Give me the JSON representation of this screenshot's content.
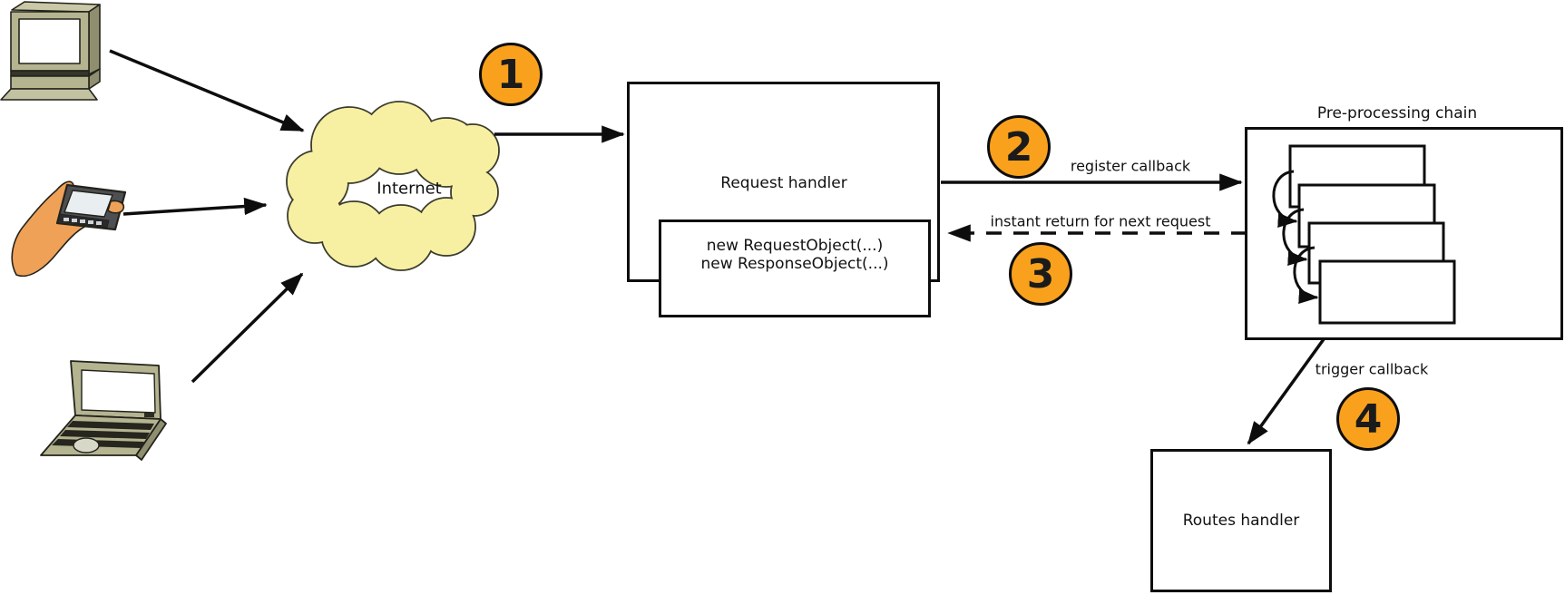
{
  "diagram": {
    "title": "",
    "nodes": {
      "internet": {
        "label": "Internet"
      },
      "request_handler": {
        "label": "Request handler"
      },
      "request_code": {
        "line1": "new RequestObject(...)",
        "line2": "new ResponseObject(...)"
      },
      "preprocessing": {
        "label": "Pre-processing chain"
      },
      "routes_handler": {
        "label": "Routes handler"
      }
    },
    "edges": {
      "register_callback": {
        "label": "register callback",
        "style": "solid-arrow"
      },
      "instant_return": {
        "label": "instant return for next request",
        "style": "dashed-arrow"
      },
      "trigger_callback": {
        "label": "trigger callback",
        "style": "solid-arrow"
      }
    },
    "steps": [
      {
        "number": "1"
      },
      {
        "number": "2"
      },
      {
        "number": "3"
      },
      {
        "number": "4"
      }
    ],
    "icons": {
      "clients": [
        "desktop-computer-icon",
        "mobile-phone-icon",
        "laptop-icon"
      ],
      "network": "internet-cloud"
    },
    "colors": {
      "step_badge": "#F9A11D",
      "cloud_fill": "#F7F0A3",
      "device_body": "#B5B491",
      "device_side": "#8F8F70",
      "hand": "#EFA158",
      "phone_body": "#4E4F52",
      "line": "#0d0d0d",
      "background": "#ffffff"
    }
  }
}
